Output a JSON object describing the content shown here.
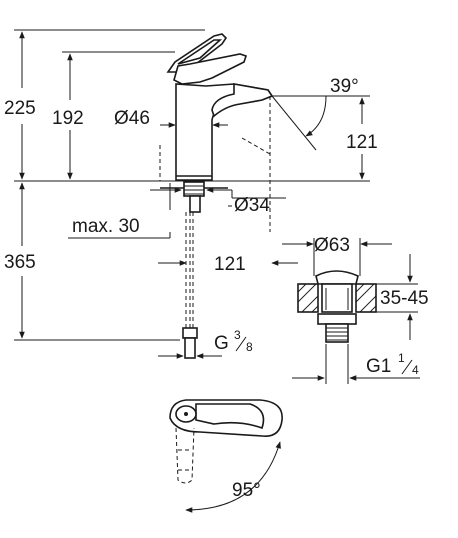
{
  "dimensions": {
    "total_height": "225",
    "spout_height": "192",
    "body_diameter": "Ø46",
    "spout_angle": "39°",
    "spout_reach_height": "121",
    "base_diameter": "Ø34",
    "max_thickness_label": "max. 30",
    "hose_length": "365",
    "spout_reach": "121",
    "connection_main": "G",
    "connection_frac_num": "3",
    "connection_frac_den": "8",
    "waste_diameter": "Ø63",
    "waste_depth": "35-45",
    "waste_thread_main": "G1",
    "waste_frac_num": "1",
    "waste_frac_den": "4",
    "rotation_angle": "95°"
  }
}
